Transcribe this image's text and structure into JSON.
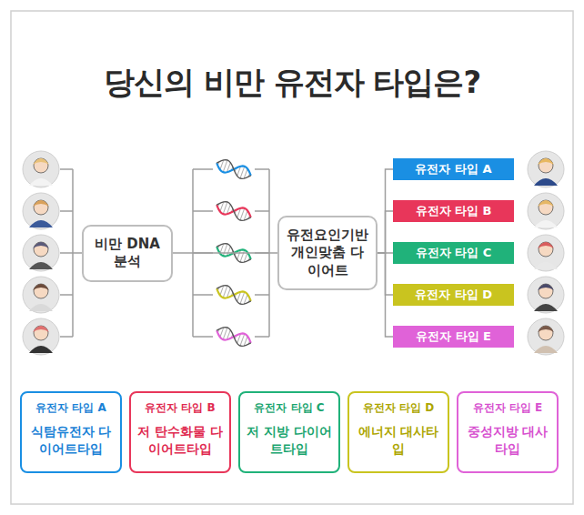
{
  "diagram": {
    "title": "당신의 비만 유전자 타입은?",
    "nodes": [
      {
        "text": [
          "비만 DNA 분석"
        ]
      },
      {
        "text": [
          "유전요인기반 개인맞춤 다이어트"
        ]
      },
      {
        "text": [
          "유전자 타입 A"
        ]
      },
      {
        "text": [
          "유전자 타입 B"
        ]
      },
      {
        "text": [
          "유전자 타입 C"
        ]
      },
      {
        "text": [
          "유전자 타입 D"
        ]
      },
      {
        "text": [
          "유전자 타입 E"
        ]
      },
      {
        "text": [
          "유전자 타입 A",
          "식탐유전자 다이어트타입"
        ]
      },
      {
        "text": [
          "유전자 타입 B",
          "저 탄수화물 다이어트타입"
        ]
      },
      {
        "text": [
          "유전자 타입 C",
          "저 지방 다이어트타입"
        ]
      },
      {
        "text": [
          "유전자 타입 D",
          "에너지 대사타입"
        ]
      },
      {
        "text": [
          "유전자 타입 E",
          "중성지방 대사타입"
        ]
      }
    ],
    "edges": [
      {
        "from": 0,
        "to": 1,
        "arrow": "none"
      },
      {
        "from": 1,
        "to": 2,
        "arrow": "none"
      },
      {
        "from": 1,
        "to": 3,
        "arrow": "none"
      },
      {
        "from": 1,
        "to": 4,
        "arrow": "none"
      },
      {
        "from": 1,
        "to": 5,
        "arrow": "none"
      },
      {
        "from": 1,
        "to": 6,
        "arrow": "none"
      }
    ]
  }
}
